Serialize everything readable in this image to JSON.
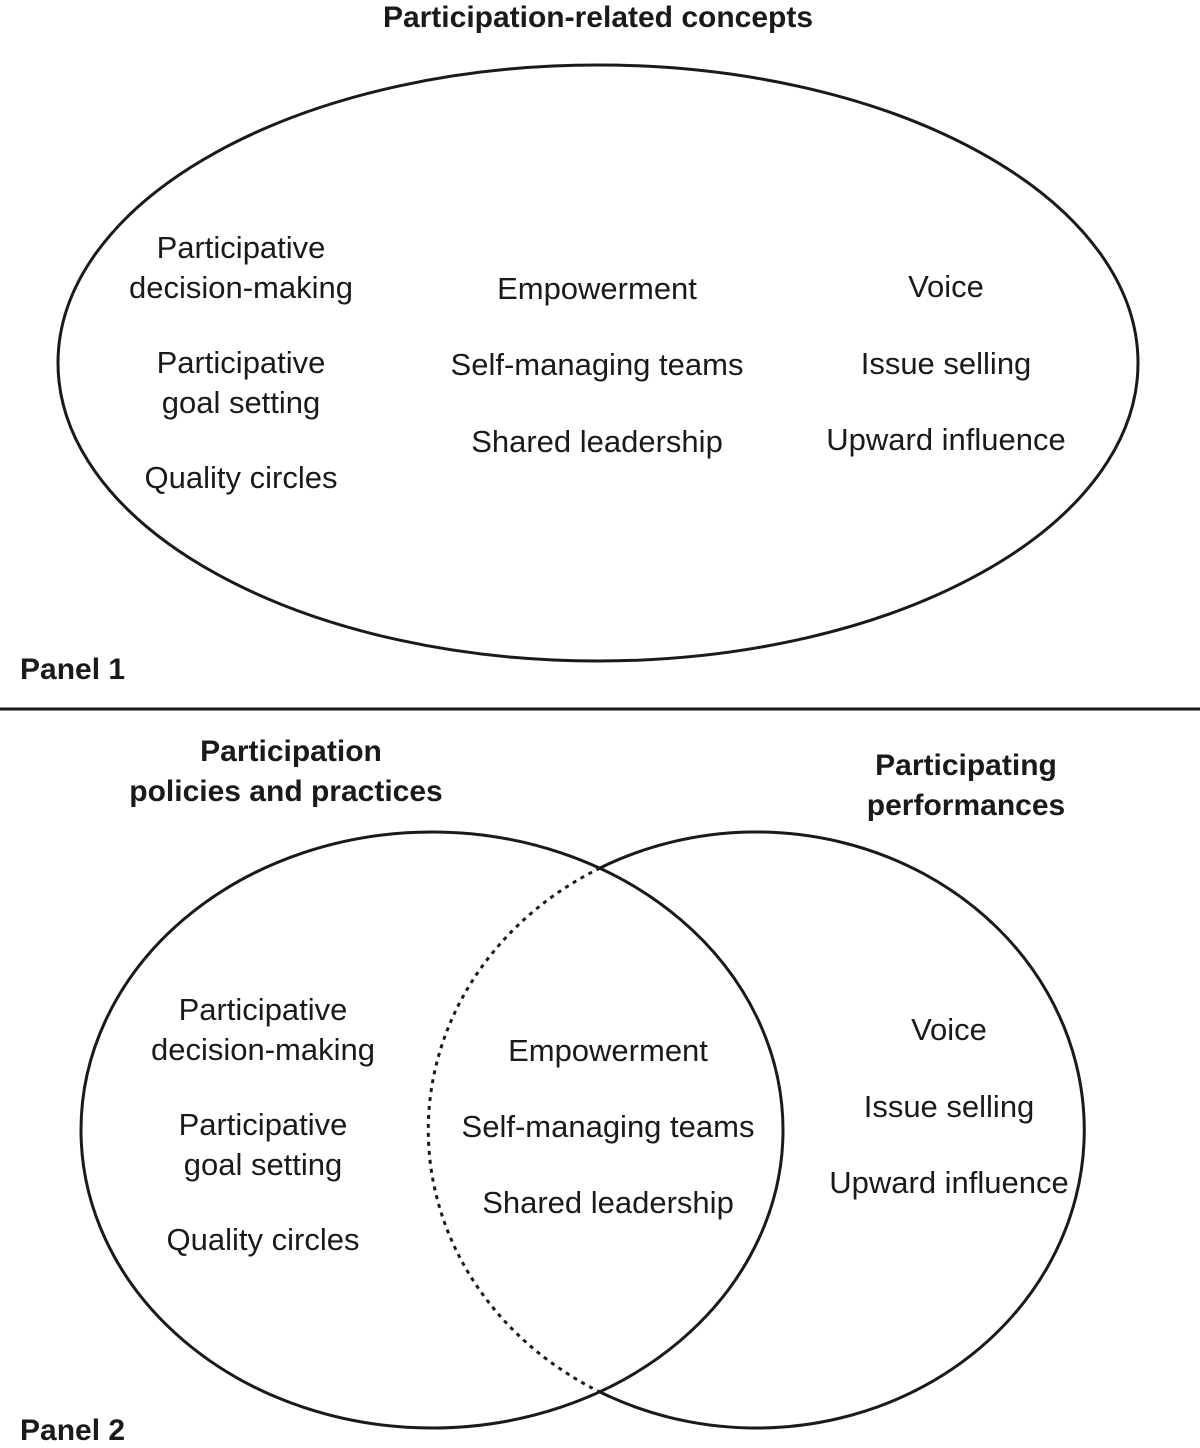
{
  "panel1": {
    "title": "Participation-related concepts",
    "label": "Panel 1",
    "left_group": {
      "item1": [
        "Participative",
        "decision-making"
      ],
      "item2": [
        "Participative",
        "goal setting"
      ],
      "item3": "Quality circles"
    },
    "center_group": [
      "Empowerment",
      "Self-managing teams",
      "Shared leadership"
    ],
    "right_group": [
      "Voice",
      "Issue selling",
      "Upward influence"
    ]
  },
  "panel2": {
    "left_title": [
      "Participation",
      "policies and practices"
    ],
    "right_title": [
      "Participating",
      "performances"
    ],
    "label": "Panel 2",
    "left_group": {
      "item1": [
        "Participative",
        "decision-making"
      ],
      "item2": [
        "Participative",
        "goal setting"
      ],
      "item3": "Quality circles"
    },
    "overlap_group": [
      "Empowerment",
      "Self-managing teams",
      "Shared leadership"
    ],
    "right_group": [
      "Voice",
      "Issue selling",
      "Upward influence"
    ]
  },
  "colors": {
    "stroke": "#1a1a1a",
    "background": "#ffffff"
  }
}
